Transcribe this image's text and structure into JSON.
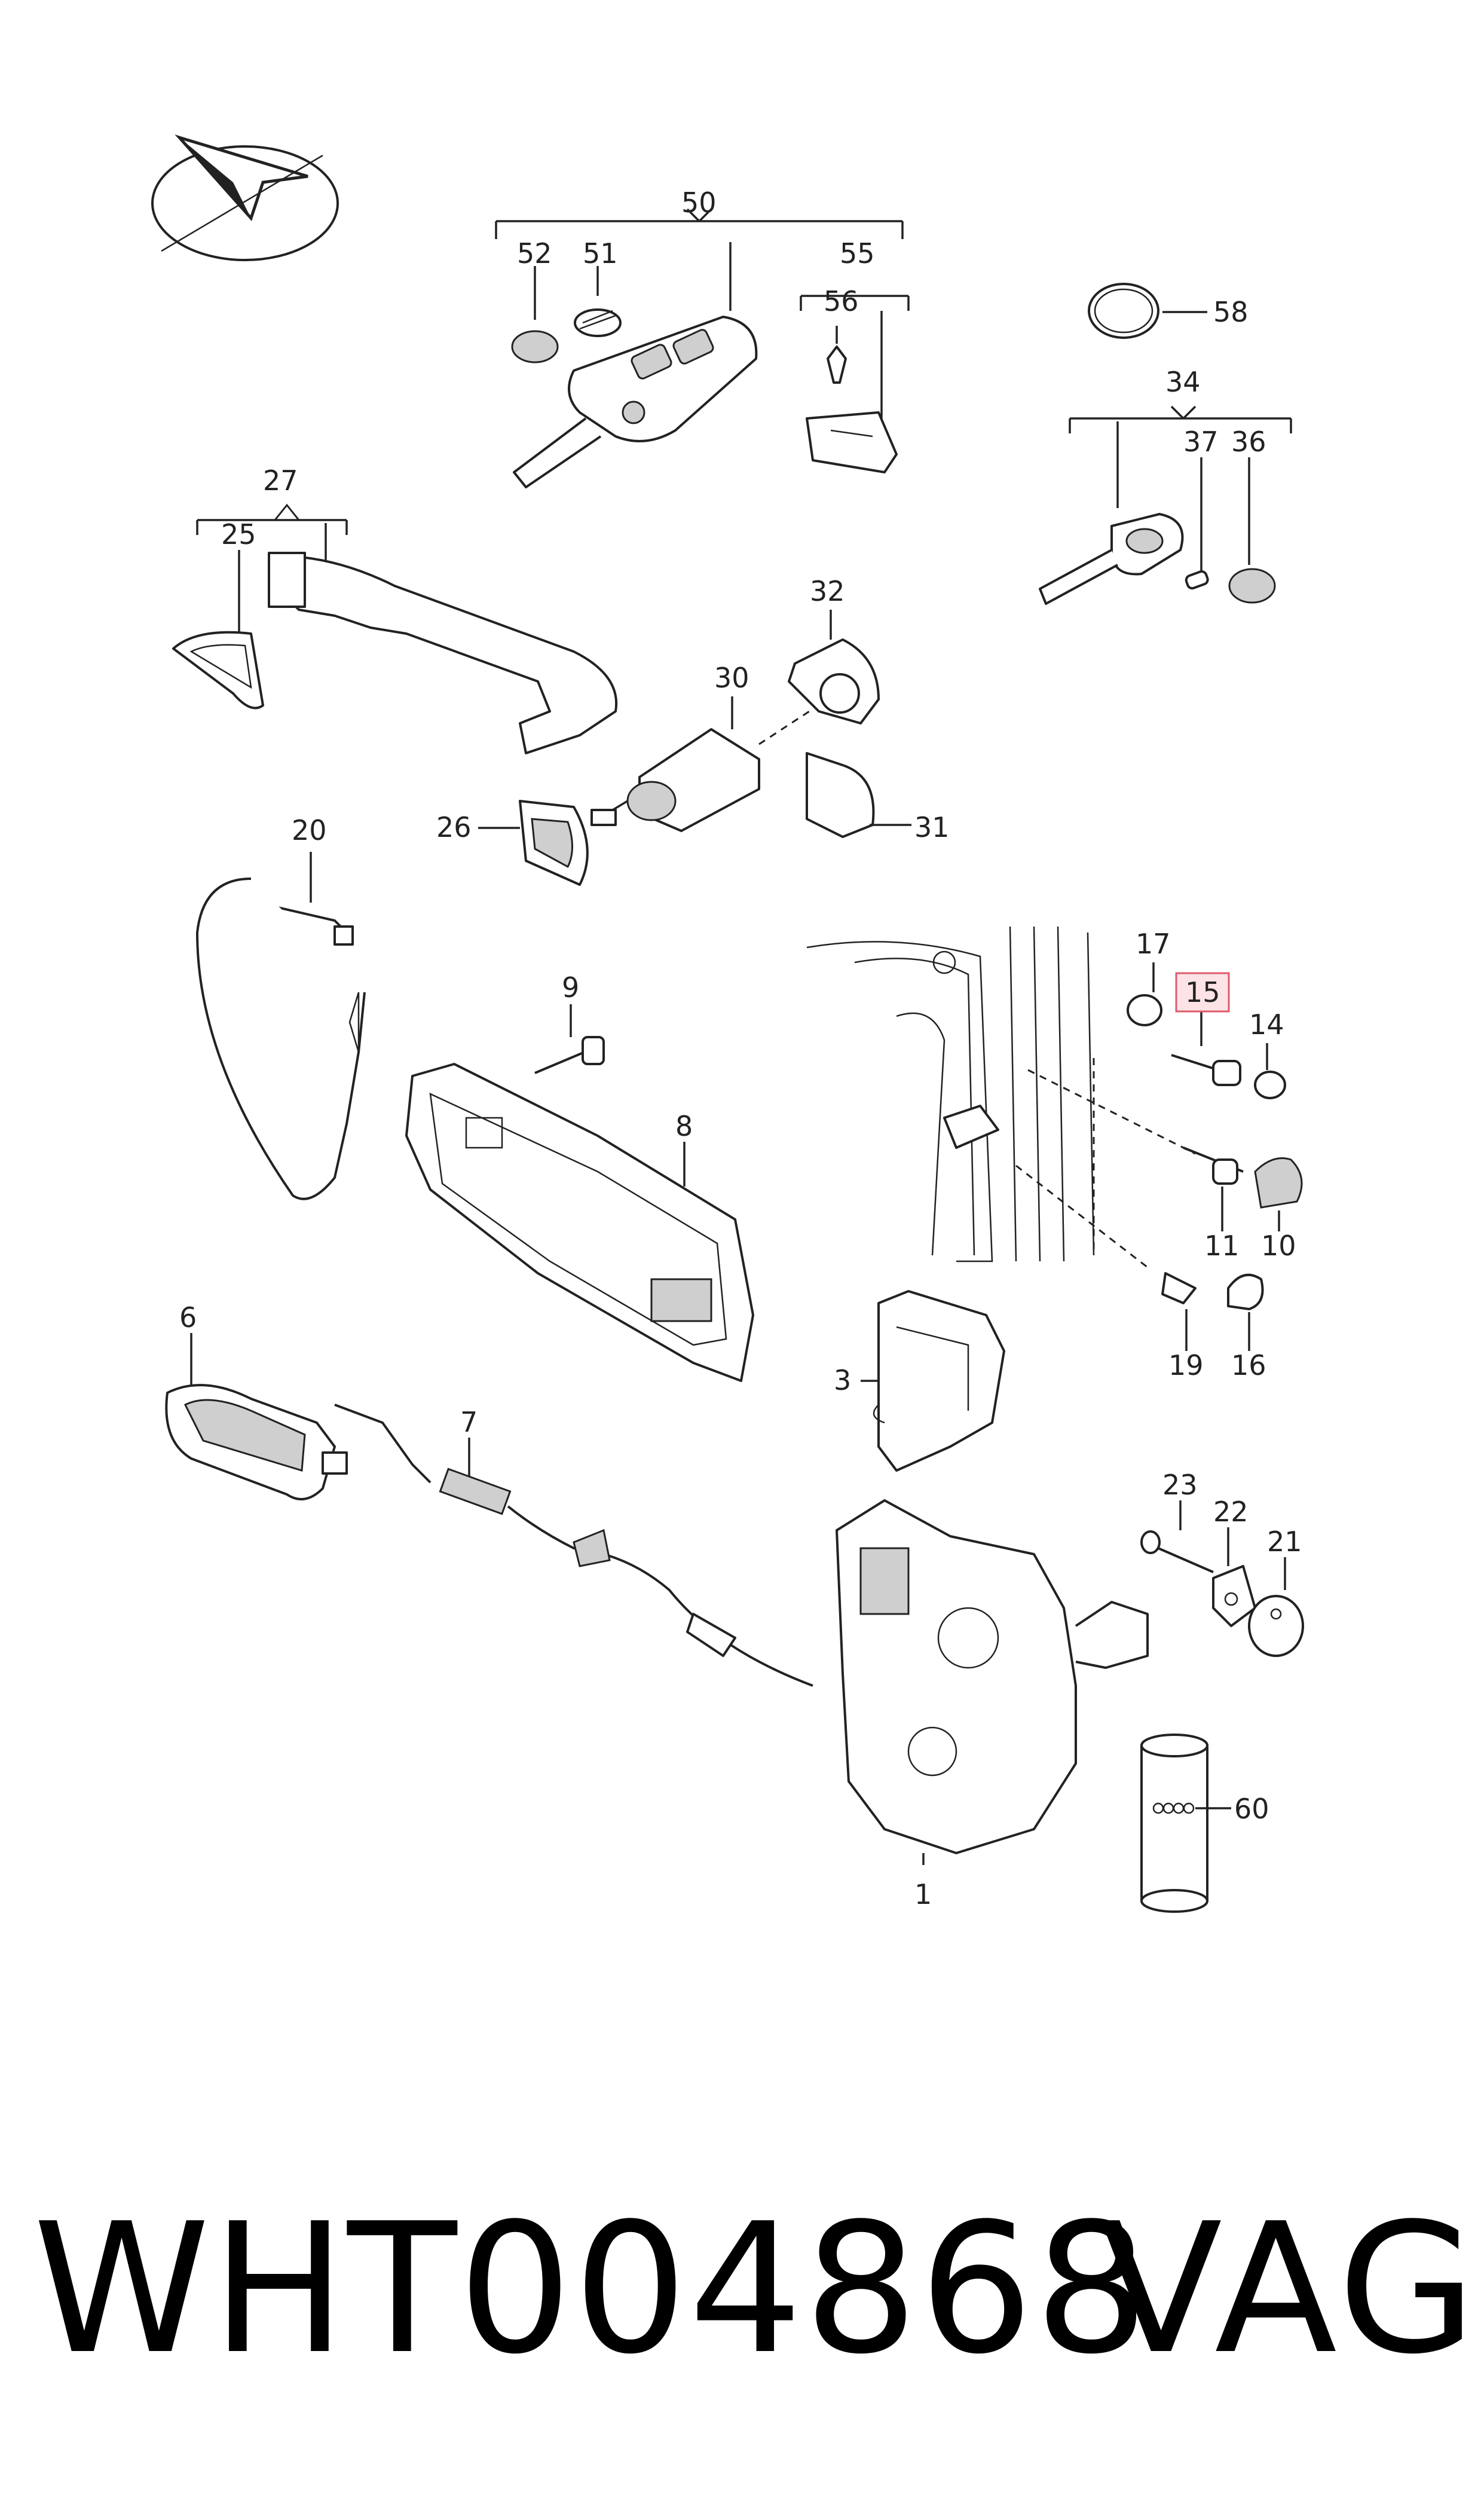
{
  "labels": {
    "p1": "1",
    "p3": "3",
    "p6": "6",
    "p7": "7",
    "p8": "8",
    "p9": "9",
    "p10": "10",
    "p11": "11",
    "p14": "14",
    "p15": "15",
    "p16": "16",
    "p17": "17",
    "p19": "19",
    "p20": "20",
    "p21": "21",
    "p22": "22",
    "p23": "23",
    "p25": "25",
    "p26": "26",
    "p27": "27",
    "p30": "30",
    "p31": "31",
    "p32": "32",
    "p34": "34",
    "p36": "36",
    "p37": "37",
    "p50": "50",
    "p51": "51",
    "p52": "52",
    "p55": "55",
    "p56": "56",
    "p58": "58",
    "p60": "60"
  },
  "highlighted_label": "15",
  "highlight_color": "#e05a6a",
  "footer": {
    "part_number": "WHT004868",
    "brand": "VAG"
  }
}
